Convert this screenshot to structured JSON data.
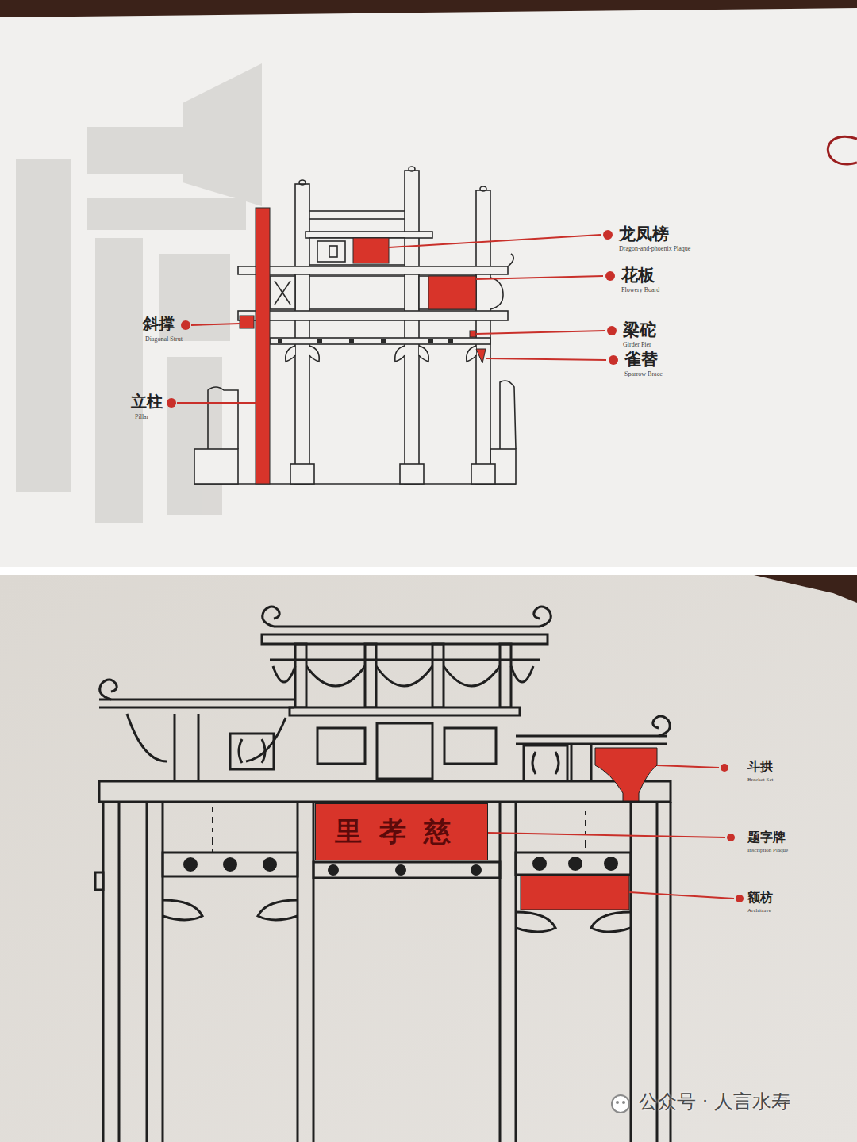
{
  "diagram": {
    "nodes": [
      {
        "text": [
          "慈孝里"
        ]
      }
    ],
    "labels": [
      "龙凤榜",
      "Dragon-and-phoenix Plaque",
      "花板",
      "Flowery Board",
      "梁砣",
      "Girder Pier",
      "雀替",
      "Sparrow Brace",
      "斜撑",
      "Diagonal Strut",
      "立柱",
      "Pillar",
      "斗拱",
      "Bracket Set",
      "题字牌",
      "Inscription Plaque",
      "额枋",
      "Architrave",
      "公众号 · 人言水寿"
    ]
  }
}
